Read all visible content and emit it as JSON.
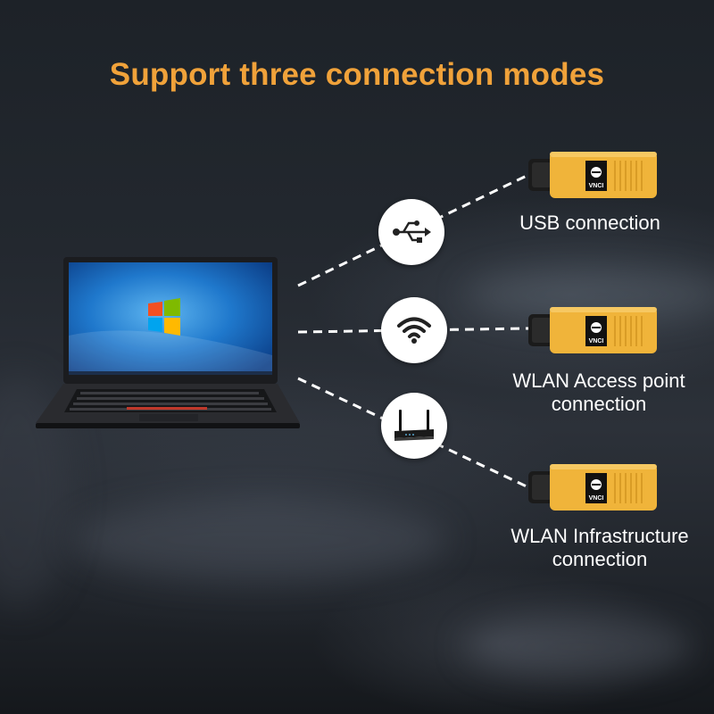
{
  "title": "Support three connection modes",
  "connections": [
    {
      "label": "USB connection",
      "icon": "usb-icon"
    },
    {
      "label": "WLAN Access point connection",
      "icon": "wifi-icon"
    },
    {
      "label": "WLAN Infrastructure connection",
      "icon": "router-icon"
    }
  ],
  "device_logo_text": "VNCI",
  "colors": {
    "title": "#f0a23a",
    "device": "#f0b43a",
    "line": "#ffffff"
  }
}
